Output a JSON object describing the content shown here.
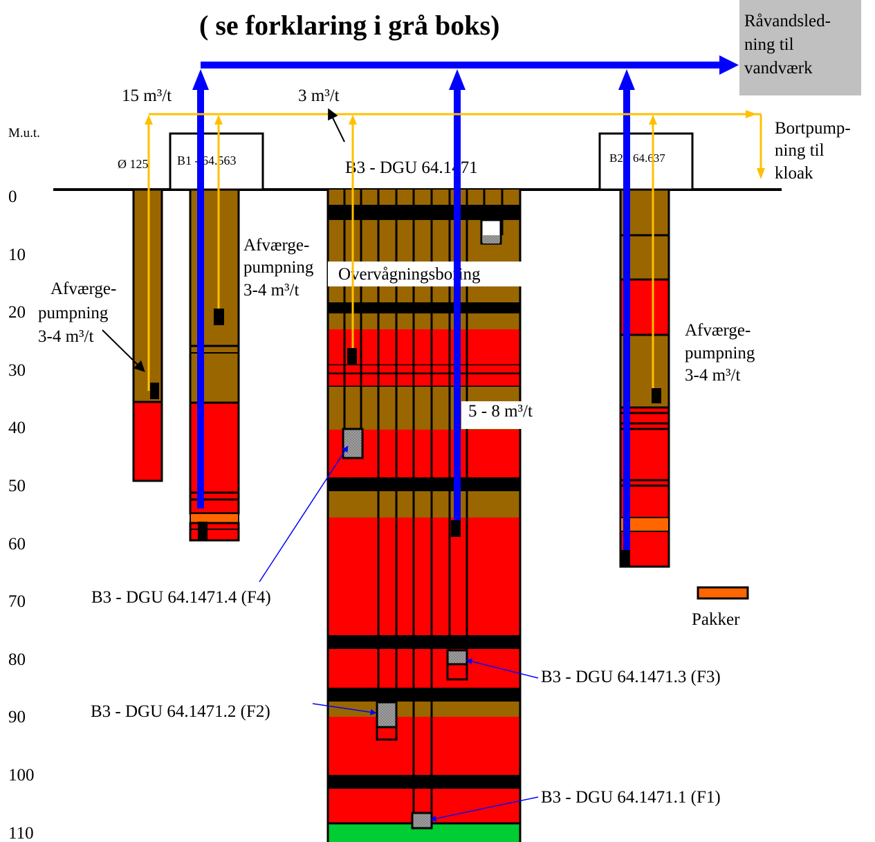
{
  "title_line1": "",
  "title_line2": "( se forklaring i grå boks)",
  "depth_axis": {
    "label": "M.u.t.",
    "ticks": [
      "0",
      "10",
      "20",
      "30",
      "40",
      "50",
      "60",
      "70",
      "80",
      "90",
      "100",
      "110"
    ]
  },
  "flows": {
    "main_15": "15 m³/t",
    "main_3": "3 m³/t",
    "b3_flow": "5 - 8 m³/t"
  },
  "raw_water_box": [
    "Råvandsled-",
    "ning til",
    "vandværk"
  ],
  "discharge": [
    "Bortpump-",
    "ning til",
    "kloak"
  ],
  "wells": {
    "small_diam": "Ø 125",
    "b1": "B1 - 64.563",
    "b2": "B2 - 64.637",
    "b3": "B3 - DGU 64.1471"
  },
  "afvaerge_left": [
    "Afværge-",
    "pumpning",
    "3-4 m³/t"
  ],
  "afvaerge_b1": [
    "Afværge-",
    "pumpning",
    "3-4 m³/t"
  ],
  "afvaerge_b2": [
    "Afværge-",
    "pumpning",
    "3-4 m³/t"
  ],
  "overvaagning": "Overvågningsboring",
  "filters": {
    "f4": "B3 - DGU 64.1471.4 (F4)",
    "f3": "B3 - DGU 64.1471.3 (F3)",
    "f2": "B3 - DGU 64.1471.2 (F2)",
    "f1": "B3 - DGU 64.1471.1 (F1)"
  },
  "legend_pakker": "Pakker",
  "colors": {
    "clay": "#996600",
    "sand": "#ff0000",
    "black": "#000000",
    "green": "#00cc33",
    "packer": "#ff6600",
    "blue": "#0000ff",
    "yellow": "#ffc000",
    "grey_box": "#c0c0c0"
  }
}
